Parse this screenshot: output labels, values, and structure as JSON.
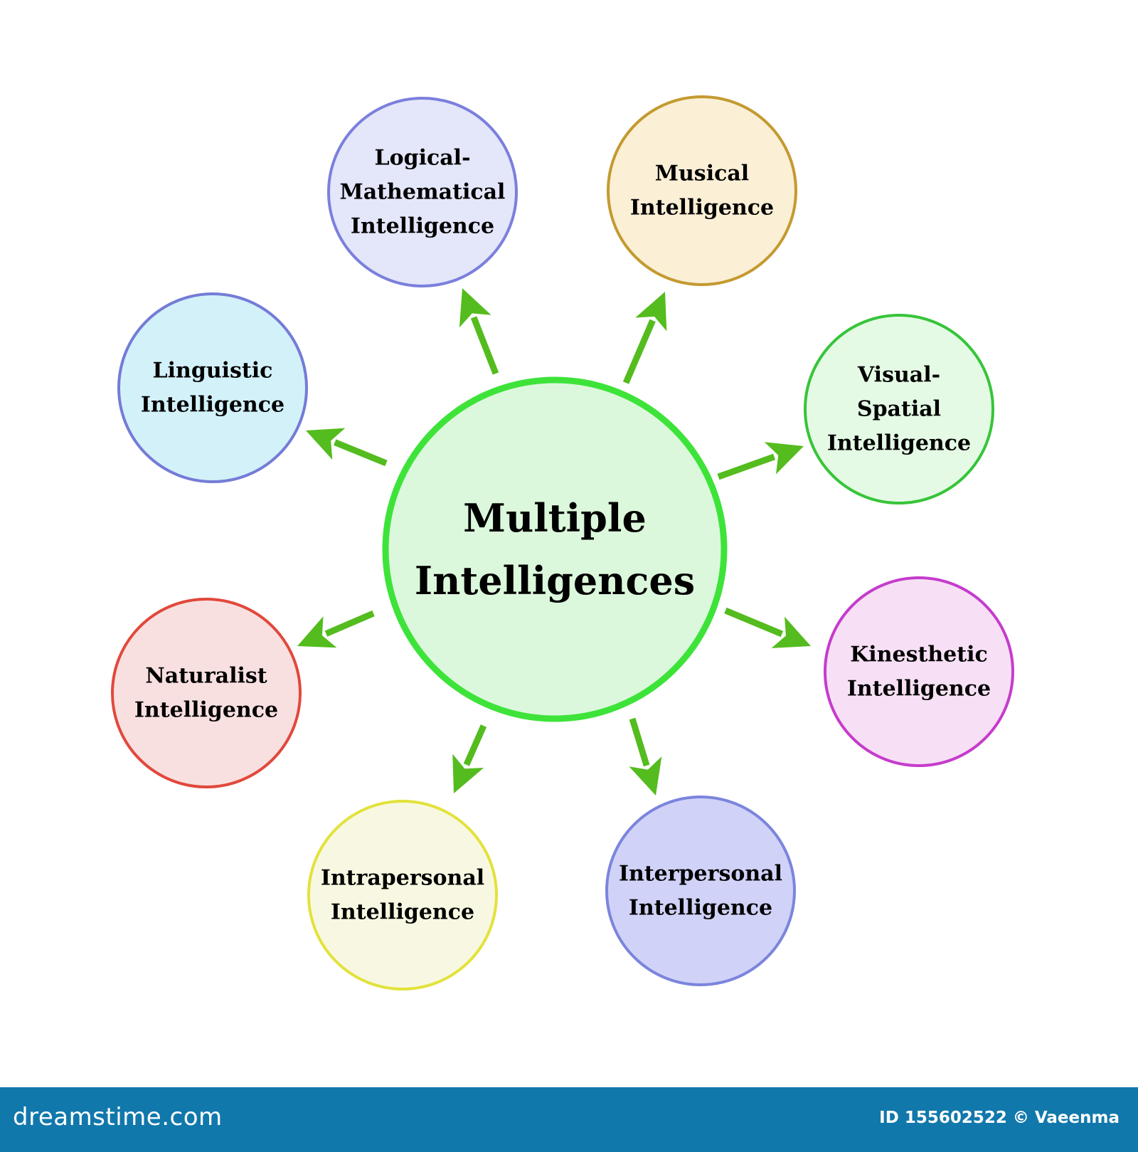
{
  "center": {
    "lines": [
      "Multiple",
      "Intelligences"
    ],
    "fill": "#dcf8dc",
    "stroke": "#3ee33a"
  },
  "arrow_color": "#54bc1e",
  "nodes": [
    {
      "id": "logical-mathematical",
      "lines": [
        "Logical-",
        "Mathematical",
        "Intelligence"
      ],
      "fill": "#e4e6fa",
      "stroke": "#7b7fdc"
    },
    {
      "id": "musical",
      "lines": [
        "Musical",
        "Intelligence"
      ],
      "fill": "#fbefd6",
      "stroke": "#c49a30"
    },
    {
      "id": "visual-spatial",
      "lines": [
        "Visual-",
        "Spatial",
        "Intelligence"
      ],
      "fill": "#e4fae4",
      "stroke": "#37c43a"
    },
    {
      "id": "kinesthetic",
      "lines": [
        "Kinesthetic",
        "Intelligence"
      ],
      "fill": "#f7e0f5",
      "stroke": "#c53ccc"
    },
    {
      "id": "interpersonal",
      "lines": [
        "Interpersonal",
        "Intelligence"
      ],
      "fill": "#d0d2f8",
      "stroke": "#7b85dc"
    },
    {
      "id": "intrapersonal",
      "lines": [
        "Intrapersonal",
        "Intelligence"
      ],
      "fill": "#f8f8e2",
      "stroke": "#e2e23c"
    },
    {
      "id": "naturalist",
      "lines": [
        "Naturalist",
        "Intelligence"
      ],
      "fill": "#f9e0e0",
      "stroke": "#e2483c"
    },
    {
      "id": "linguistic",
      "lines": [
        "Linguistic",
        "Intelligence"
      ],
      "fill": "#d3f1f9",
      "stroke": "#747cd6"
    }
  ],
  "footer": {
    "brand": "dreamstime.com",
    "credit": "ID 155602522 © Vaeenma",
    "background": "#1178ac"
  }
}
